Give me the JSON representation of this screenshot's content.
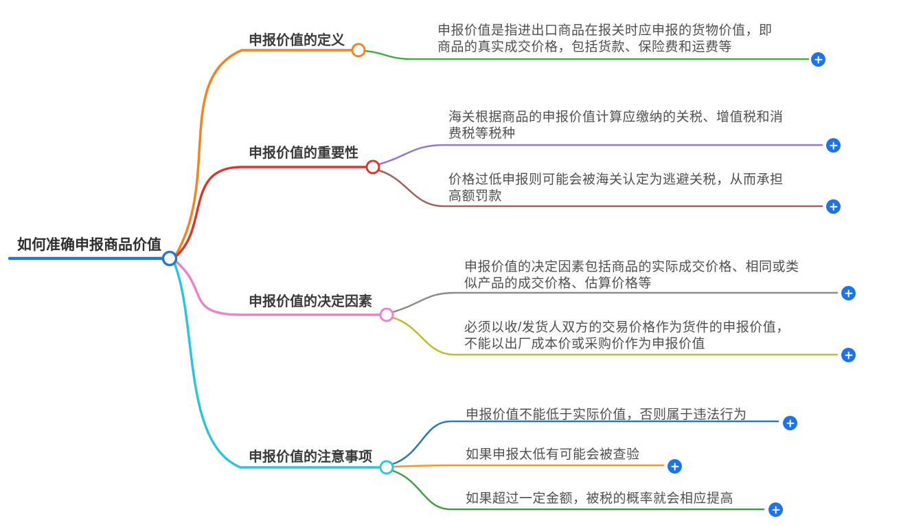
{
  "app": {
    "type": "mindmap-editor"
  },
  "root": {
    "label": "如何准确申报商品价值",
    "color": "#2779c7"
  },
  "branches": [
    {
      "label": "申报价值的定义",
      "color": "#f5821f",
      "children": [
        {
          "text": "申报价值是指进出口商品在报关时应申报的货物价值，即\n商品的真实成交价格，包括货款、保险费和运费等",
          "color": "#41ae41"
        }
      ]
    },
    {
      "label": "申报价值的重要性",
      "color": "#d9372b",
      "children": [
        {
          "text": "海关根据商品的申报价值计算应缴纳的关税、增值税和消\n费税等税种",
          "color": "#9575cd"
        },
        {
          "text": "价格过低申报则可能会被海关认定为逃避关税，从而承担\n高额罚款",
          "color": "#a0615a"
        }
      ]
    },
    {
      "label": "申报价值的决定因素",
      "color": "#ee82c8",
      "children": [
        {
          "text": "申报价值的决定因素包括商品的实际成交价格、相同或类\n似产品的成交价格、估算价格等",
          "color": "#8c8c8c"
        },
        {
          "text": "必须以收/发货人双方的交易价格作为货件的申报价值，\n不能以出厂成本价或采购价作为申报价值",
          "color": "#c0bb28"
        }
      ]
    },
    {
      "label": "申报价值的注意事项",
      "color": "#29c5da",
      "children": [
        {
          "text": "申报价值不能低于实际价值，否则属于违法行为",
          "color": "#2878b8"
        },
        {
          "text": "如果申报太低有可能会被查验",
          "color": "#f7941e"
        },
        {
          "text": "如果超过一定金额，被税的概率就会相应提高",
          "color": "#3f9e3f"
        }
      ]
    }
  ],
  "icons": {
    "add_button": "plus-in-circle",
    "add_button_color": "#1d73e8"
  }
}
